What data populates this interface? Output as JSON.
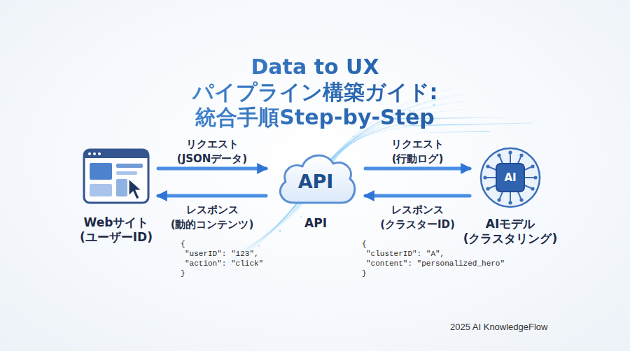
{
  "diagram": {
    "title": "Data to UX パイプライン構築ガイド: 統合手順Step-by-Step",
    "nodes": [
      {
        "text": [
          "Webサイト (ユーザーID)"
        ]
      },
      {
        "text": [
          "API",
          "API"
        ]
      },
      {
        "text": [
          "AI",
          "AIモデル (クラスタリング)"
        ]
      }
    ],
    "edges": [
      {
        "from": 0,
        "to": 1,
        "arrow": "to",
        "label": "リクエスト (JSONデータ)"
      },
      {
        "from": 1,
        "to": 0,
        "arrow": "to",
        "label": "レスポンス (動的コンテンツ)"
      },
      {
        "from": 1,
        "to": 2,
        "arrow": "to",
        "label": "リクエスト (行動ログ)"
      },
      {
        "from": 2,
        "to": 1,
        "arrow": "to",
        "label": "レスポンス (クラスターID)"
      }
    ],
    "labels": [
      "{",
      "\"userID\": \"123\",",
      "\"action\": \"click\"",
      "}",
      "{",
      "\"clusterID\": \"A\",",
      "\"content\": \"personalized_hero\"",
      "}",
      "2025 AI KnowledgeFlow"
    ]
  }
}
